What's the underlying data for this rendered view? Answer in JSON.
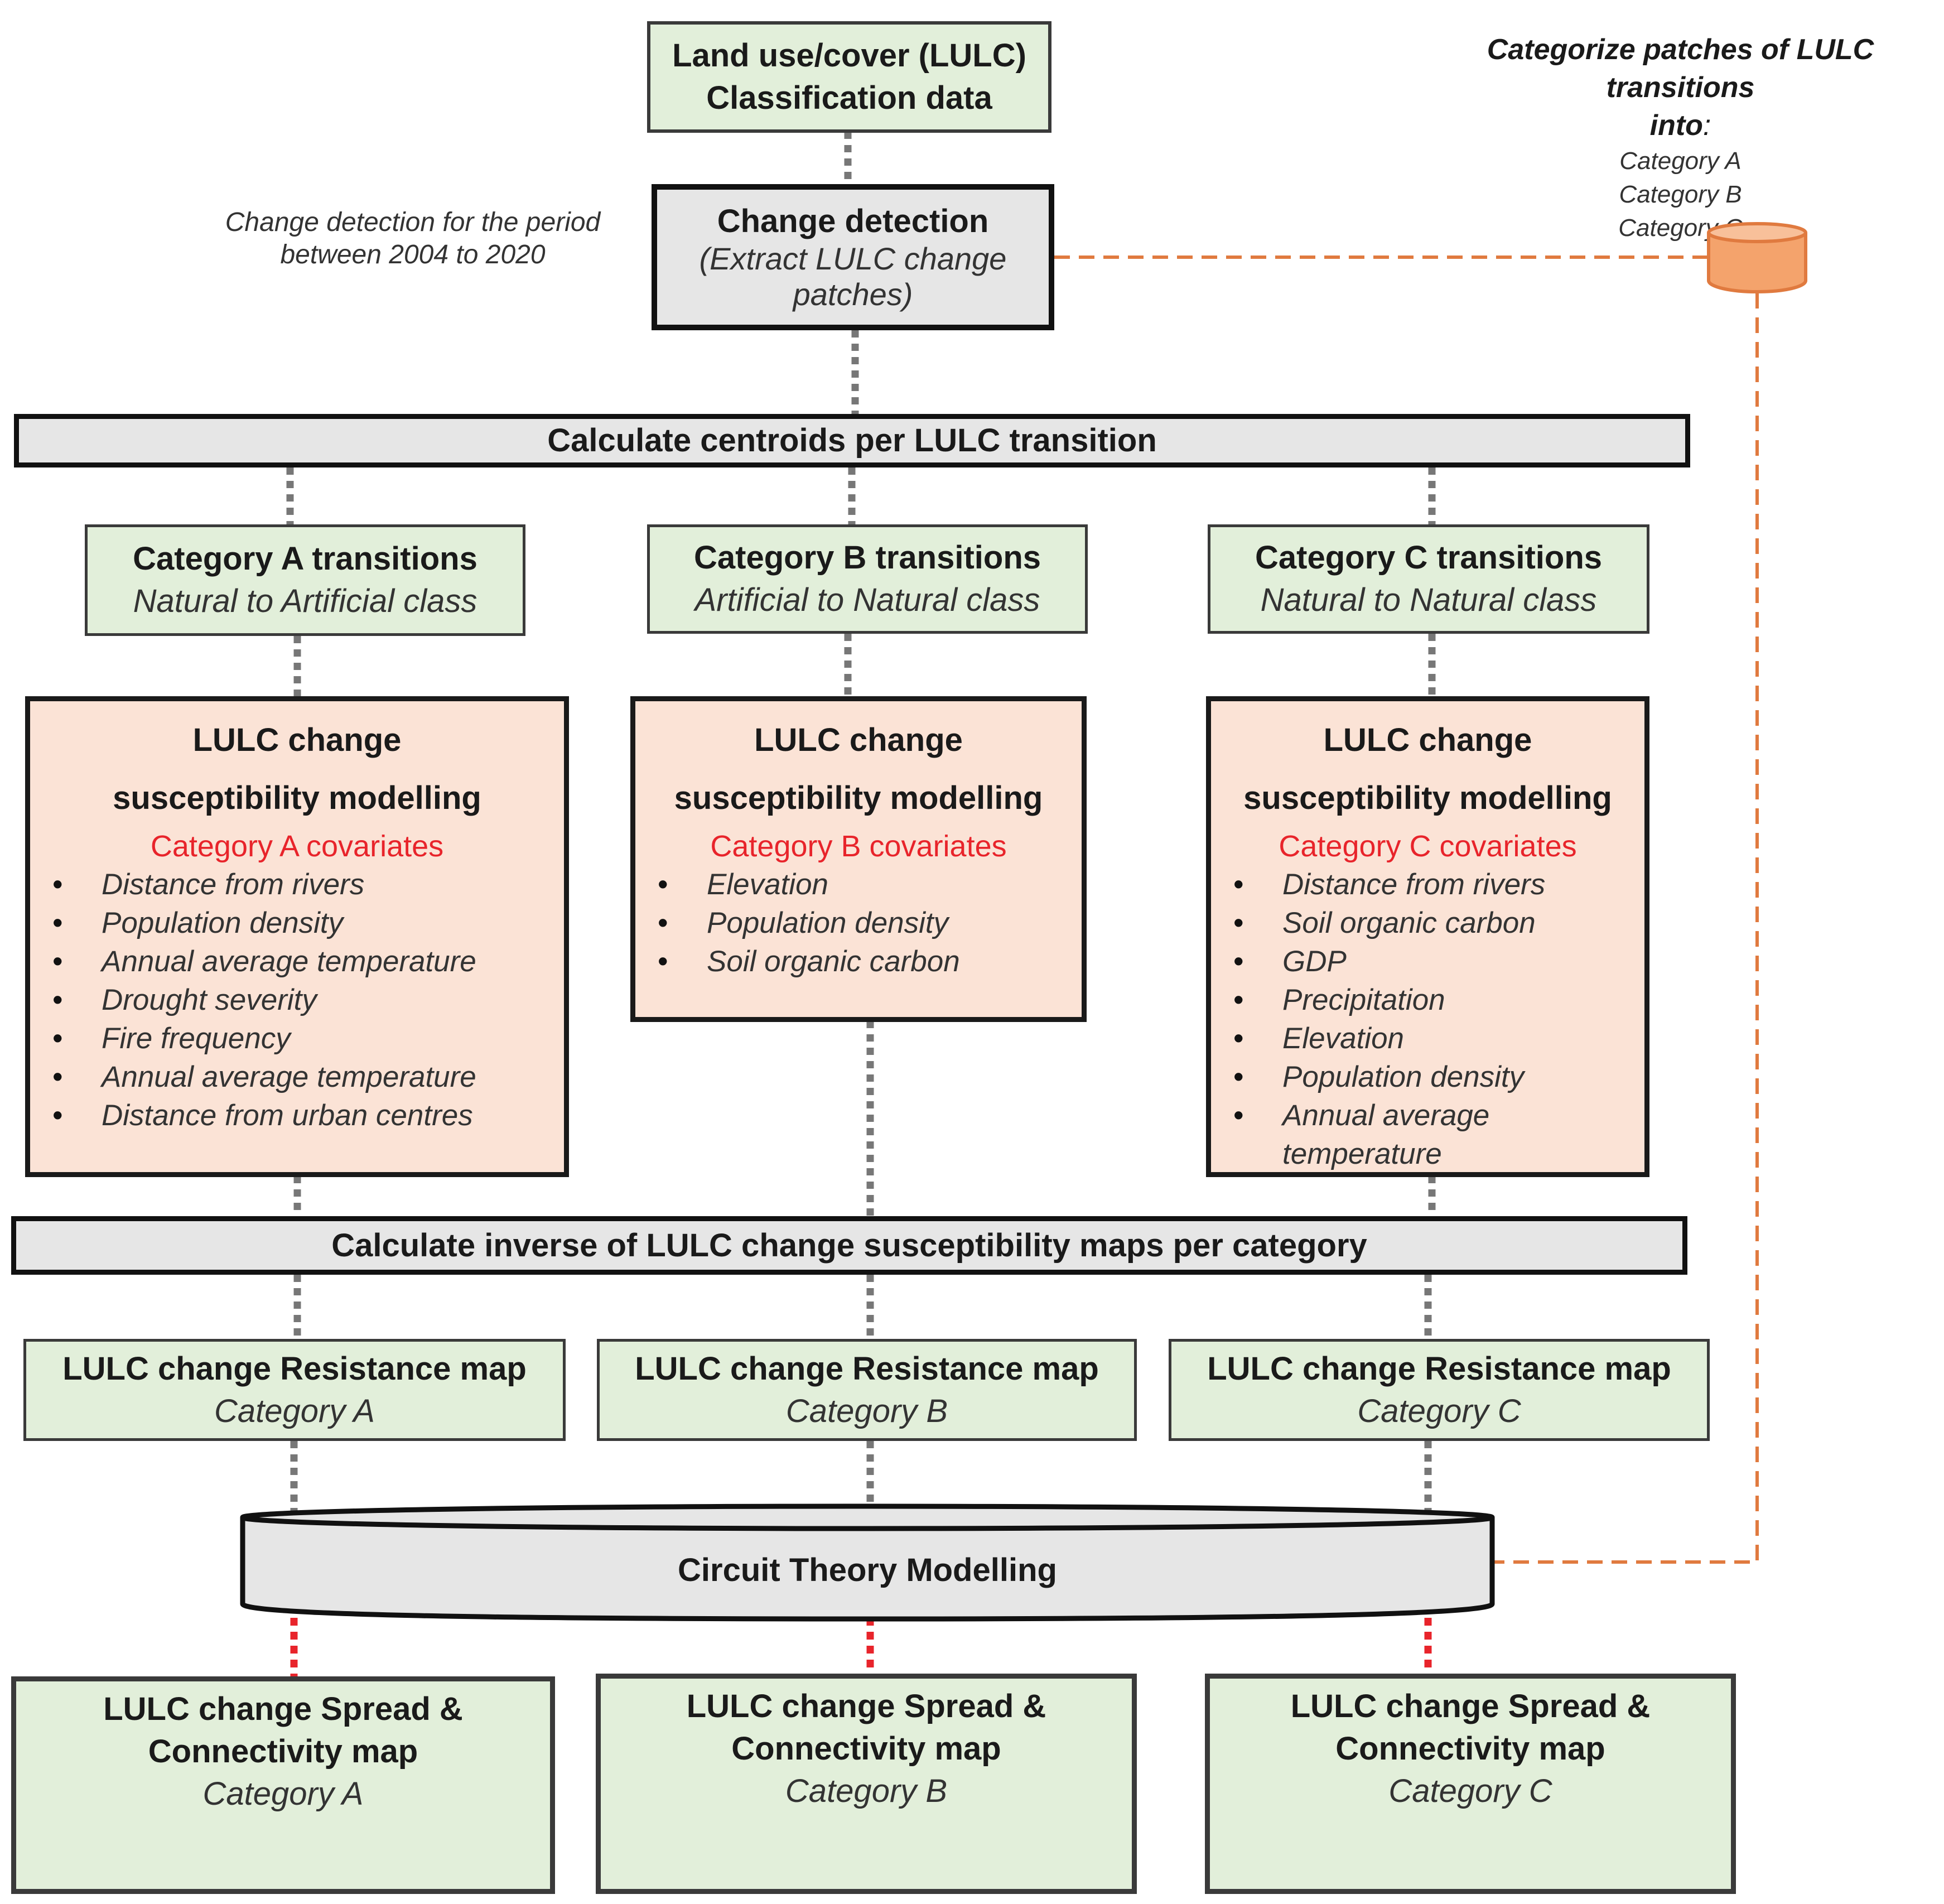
{
  "lulc_data": {
    "line1": "Land use/cover (LULC)",
    "line2": "Classification data"
  },
  "change_detection": {
    "title": "Change detection",
    "sub1": "(Extract LULC change",
    "sub2": "patches)"
  },
  "period_note": {
    "line1": "Change detection for the period",
    "line2": "between 2004 to 2020"
  },
  "categorize_note": {
    "line1": "Categorize patches of LULC transitions",
    "line2": "into",
    "colon": ":",
    "items": [
      "Category A",
      "Category B",
      "Category C"
    ]
  },
  "centroids_bar": "Calculate centroids per LULC  transition",
  "inverse_bar": "Calculate inverse of LULC change susceptibility maps per category",
  "transitions": [
    {
      "title": "Category A transitions",
      "sub": "Natural to Artificial class"
    },
    {
      "title": "Category B transitions",
      "sub": "Artificial to Natural class"
    },
    {
      "title": "Category C transitions",
      "sub": "Natural to Natural class"
    }
  ],
  "susceptibility": [
    {
      "line1": "LULC change",
      "line2": "susceptibility modelling",
      "covariates_label": "Category A  covariates",
      "items": [
        "Distance from rivers",
        "Population density",
        "Annual average temperature",
        "Drought severity",
        "Fire frequency",
        "Annual average temperature",
        "Distance from urban centres"
      ]
    },
    {
      "line1": "LULC change",
      "line2": "susceptibility modelling",
      "covariates_label": "Category B covariates",
      "items": [
        "Elevation",
        "Population density",
        "Soil organic carbon"
      ]
    },
    {
      "line1": "LULC change",
      "line2": "susceptibility modelling",
      "covariates_label": "Category C covariates",
      "items": [
        "Distance from rivers",
        "Soil organic carbon",
        "GDP",
        "Precipitation",
        "Elevation",
        "Population density",
        "Annual average temperature"
      ]
    }
  ],
  "resistance": [
    {
      "title": "LULC change Resistance map",
      "sub": "Category A"
    },
    {
      "title": "LULC change Resistance map",
      "sub": "Category B"
    },
    {
      "title": "LULC change Resistance map",
      "sub": "Category C"
    }
  ],
  "circuit": "Circuit Theory Modelling",
  "spread": [
    {
      "line1": "LULC change Spread &",
      "line2": "Connectivity map",
      "sub": "Category A"
    },
    {
      "line1": "LULC change Spread &",
      "line2": "Connectivity map",
      "sub": "Category B"
    },
    {
      "line1": "LULC change Spread &",
      "line2": "Connectivity map",
      "sub": "Category C"
    }
  ],
  "colors": {
    "green_box": "#e2efda",
    "grey_box": "#e6e6e6",
    "peach_box": "#fbe3d6",
    "covariate_label": "#e8242b",
    "orange_link": "#e07a3f",
    "red_link": "#e8242b",
    "grey_link": "#777777"
  },
  "icons": {
    "database": "cylinder-database-icon"
  }
}
